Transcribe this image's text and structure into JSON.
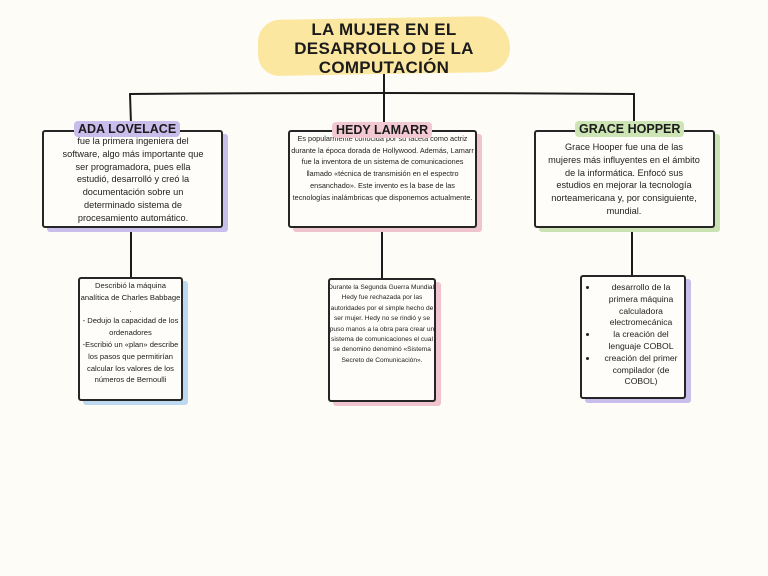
{
  "title": {
    "line1": "LA MUJER EN EL",
    "line2": "DESARROLLO DE LA",
    "line3": "COMPUTACIÓN"
  },
  "ada": {
    "name": "ADA LOVELACE",
    "description": "fue la primera ingeniera del software, algo más importante que ser programadora, pues ella estudió, desarrolló y creó la documentación sobre un determinado sistema de procesamiento automático.",
    "details": "Describió la máquina analítica de Charles Babbage .\n- Dedujo la capacidad de los ordenadores\n-Escribió un «plan» describe los pasos que permitirían calcular los valores de los números de Bernoulli"
  },
  "hedy": {
    "name": "HEDY LAMARR",
    "description": "Es popularmente conocida por su faceta como actriz durante la época dorada de Hollywood. Además, Lamarr fue la inventora de un sistema de comunicaciones llamado «técnica de transmisión en el espectro ensanchado». Este invento es la base de las tecnologías inalámbricas que disponemos actualmente.",
    "details": "Durante la Segunda Guerra Mundial, Hedy fue rechazada por las autoridades por el simple hecho de ser mujer. Hedy no se rindió y se puso manos a la obra para crear un sistema de comunicaciones el cual se denomino denominó «Sistema Secreto de Comunicación»."
  },
  "grace": {
    "name": "GRACE HOPPER",
    "description": "Grace Hooper fue una de las mujeres más influyentes en el ámbito de la informática. Enfocó sus estudios en mejorar la tecnología norteamericana y, por consiguiente, mundial.",
    "details": [
      "desarrollo de la primera máquina calculadora electromecánica",
      "la creación del lenguaje COBOL",
      "creación del primer compilador (de COBOL)"
    ]
  },
  "colors": {
    "title_highlight": "#fce7a1",
    "ada_accent": "#c9bdec",
    "hedy_accent": "#f2c8d3",
    "grace_accent": "#cde4b5",
    "detail_accent": "#bcd9ef"
  }
}
